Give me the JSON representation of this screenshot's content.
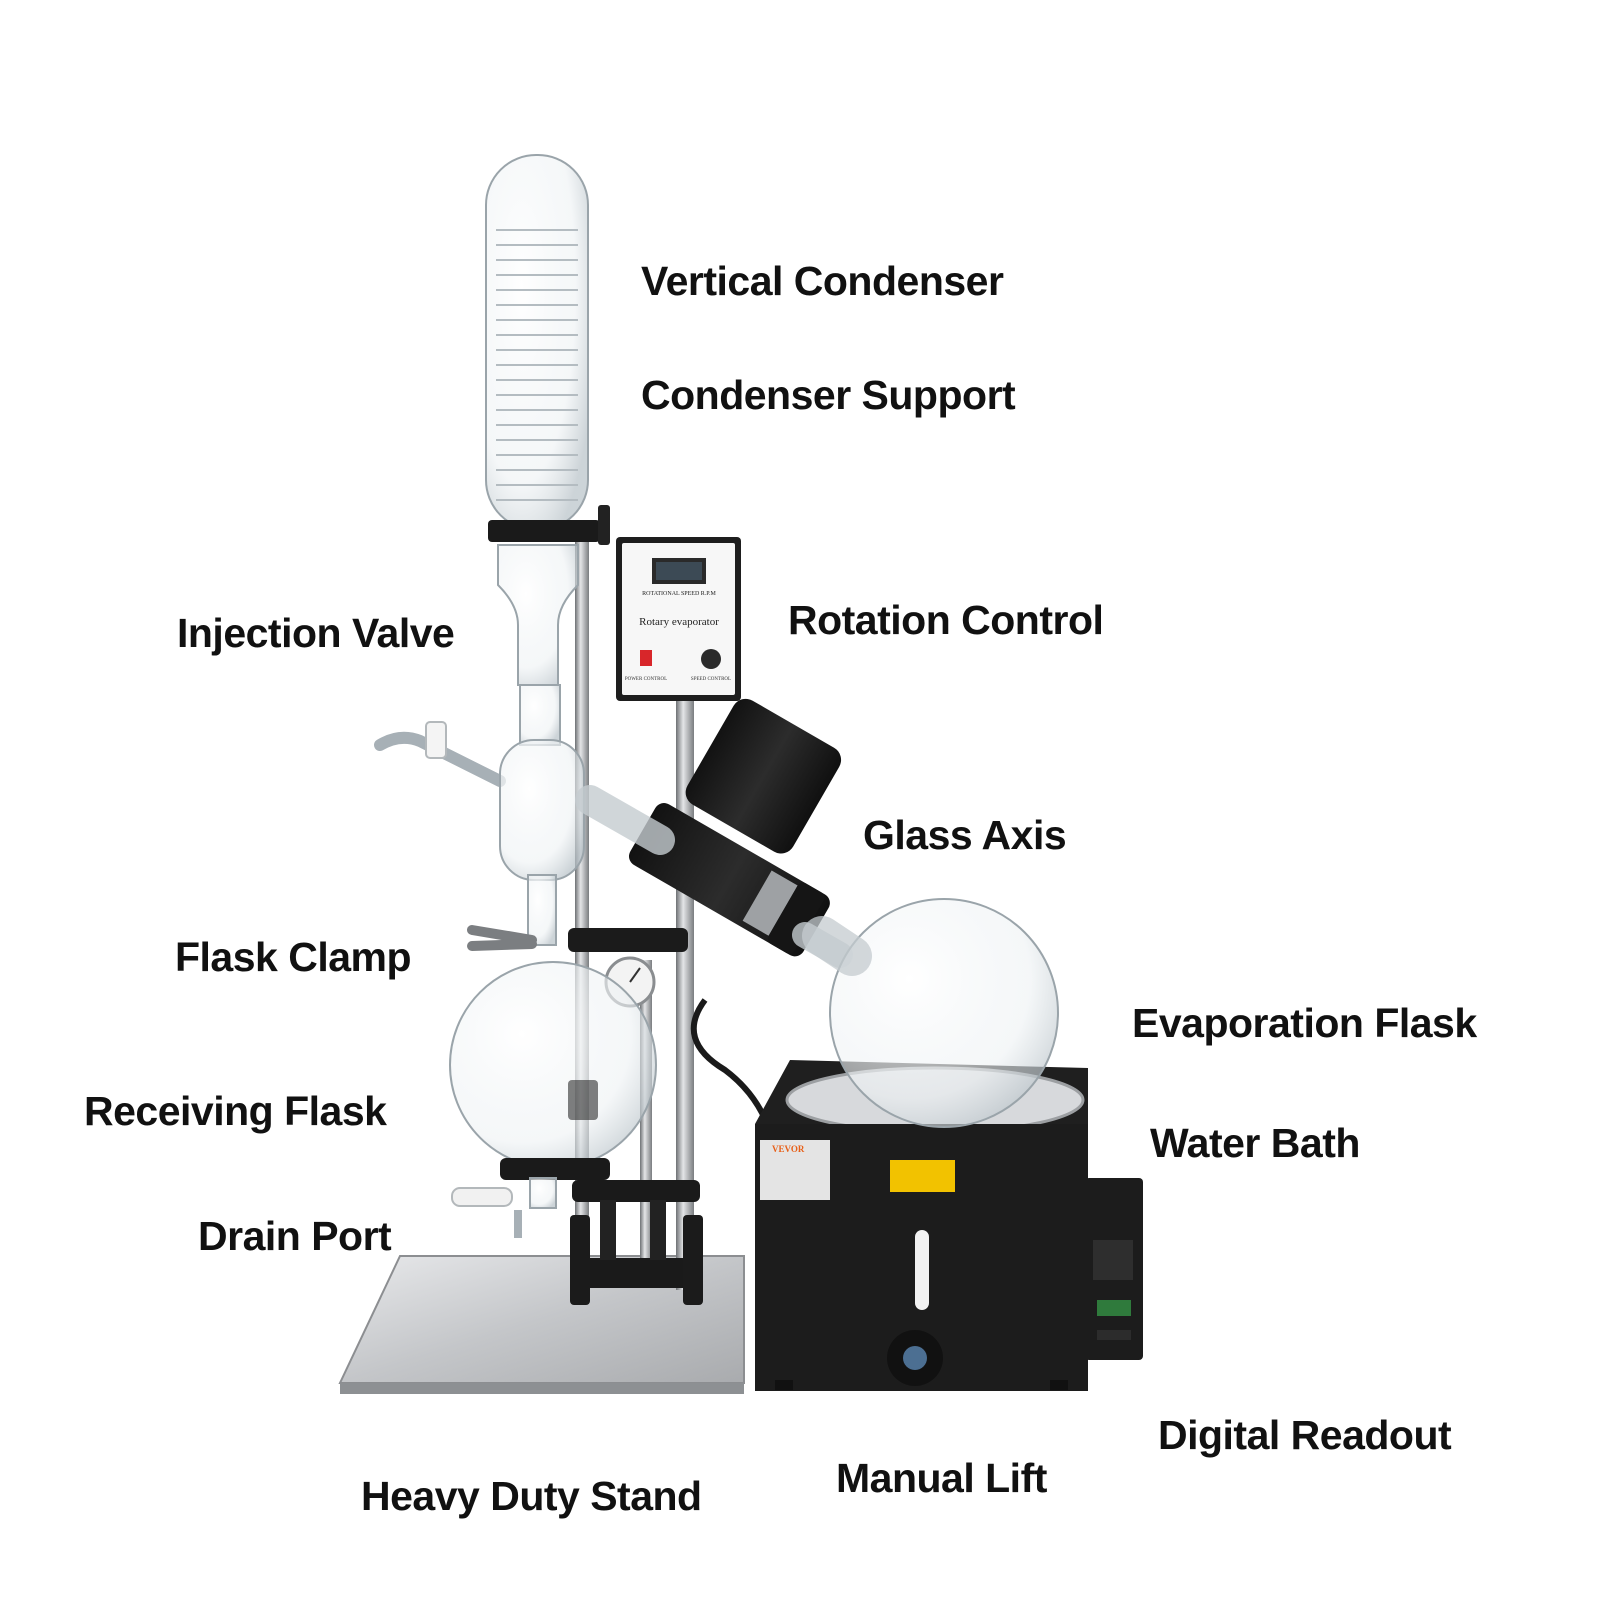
{
  "labels": {
    "vertical_condenser": "Vertical Condenser",
    "condenser_support": "Condenser Support",
    "injection_valve": "Injection Valve",
    "rotation_control": "Rotation Control",
    "glass_axis": "Glass Axis",
    "flask_clamp": "Flask Clamp",
    "evaporation_flask": "Evaporation Flask",
    "receiving_flask": "Receiving Flask",
    "water_bath": "Water Bath",
    "drain_port": "Drain Port",
    "digital_readout": "Digital Readout",
    "manual_lift": "Manual Lift",
    "heavy_duty_stand": "Heavy Duty Stand"
  },
  "control_box": {
    "speed_text": "ROTATIONAL SPEED R.P.M",
    "name_text": "Rotary evaporator",
    "power_text": "POWER CONTROL",
    "speed_ctrl_text": "SPEED CONTROL"
  },
  "bath": {
    "brand": "VEVOR"
  },
  "colors": {
    "label_text": "#111111",
    "metal_black": "#1c1c1c",
    "steel": "#c9cbce",
    "glass_edge": "#9aa4aa",
    "warning_yellow": "#f2c200",
    "power_red": "#d8262a"
  }
}
